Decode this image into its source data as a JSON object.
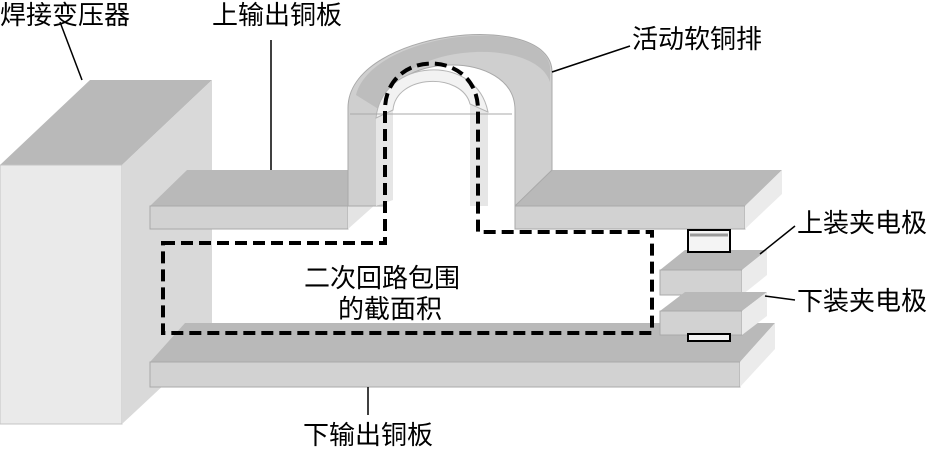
{
  "labels": {
    "transformer": "焊接变压器",
    "upper_plate": "上输出铜板",
    "flex_bus": "活动软铜排",
    "upper_electrode": "上装夹电极",
    "lower_electrode": "下装夹电极",
    "lower_plate": "下输出铜板",
    "loop_area_line1": "二次回路包围",
    "loop_area_line2": "的截面积"
  },
  "colors": {
    "top_face": "#b9b9b9",
    "front_face": "#d2d2d2",
    "side_face": "#ebebeb",
    "edge": "#9a9a9a",
    "loop": "#000000"
  }
}
